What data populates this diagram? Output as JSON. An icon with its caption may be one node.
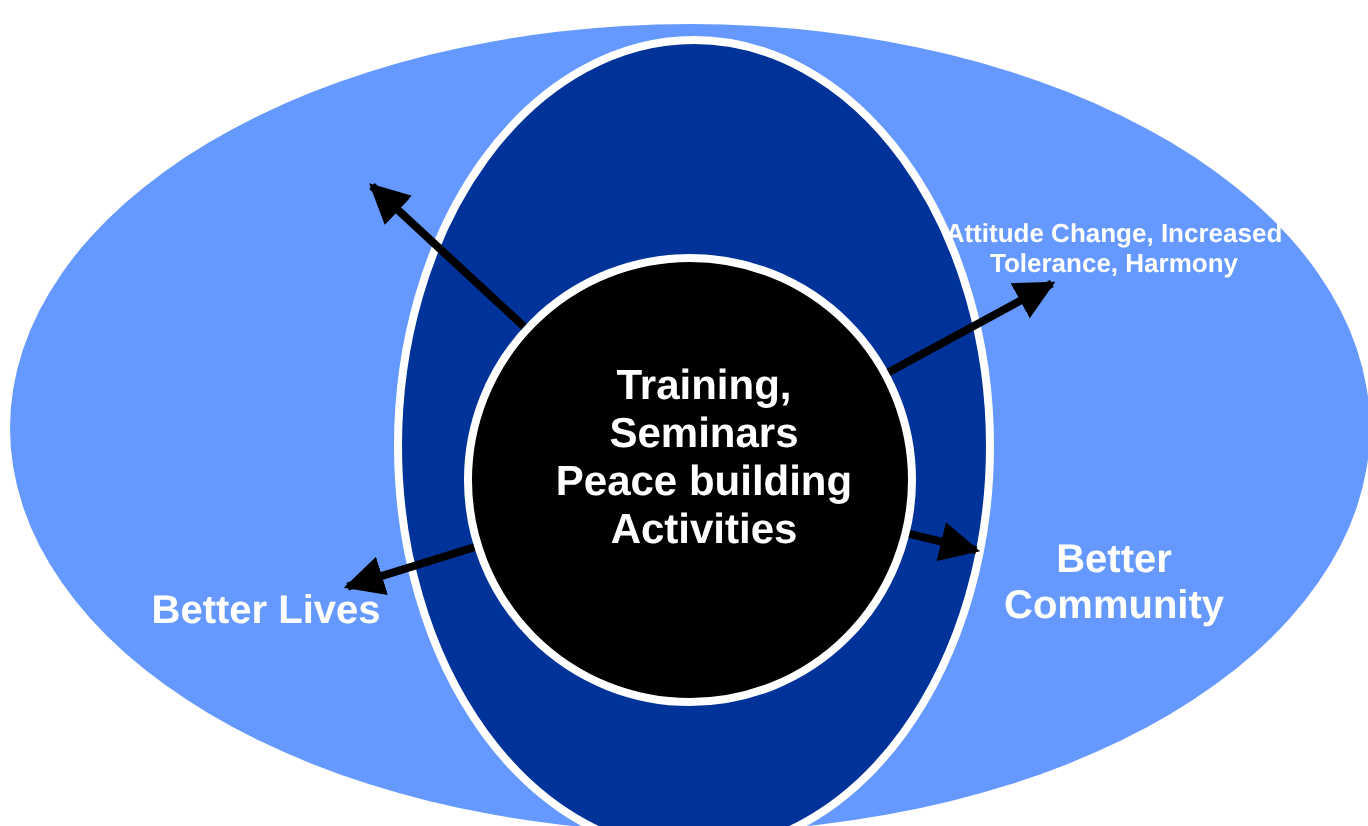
{
  "diagram": {
    "nodes": [
      {
        "text": [],
        "shape": "ellipse"
      },
      {
        "text": [],
        "shape": "ellipse",
        "in": 0
      },
      {
        "text": [
          "Training, Seminars Peace building Activities"
        ],
        "in": 1
      },
      {
        "text": [
          "Attitude Change, Increased Tolerance, Harmony"
        ],
        "in": 0
      },
      {
        "text": [
          "Better Community"
        ],
        "in": 0
      },
      {
        "text": [
          "Better Lives"
        ],
        "in": 0
      }
    ],
    "edges": [
      {
        "from": 2,
        "to": null,
        "arrow": "to"
      },
      {
        "from": 2,
        "to": 3,
        "arrow": "to"
      },
      {
        "from": 2,
        "to": 4,
        "arrow": "to"
      },
      {
        "from": 2,
        "to": 5,
        "arrow": "to"
      }
    ]
  }
}
